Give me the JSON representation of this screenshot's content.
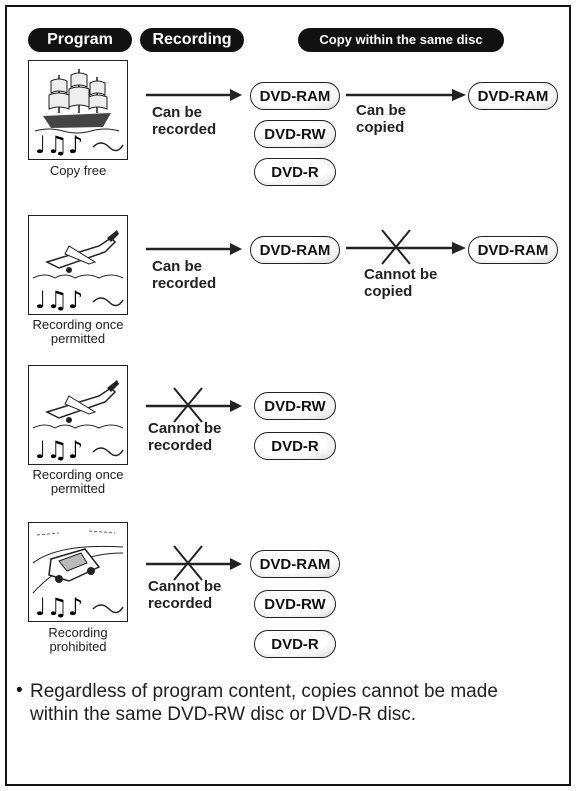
{
  "header": {
    "program": "Program",
    "recording": "Recording",
    "copy": "Copy within the same disc"
  },
  "rows": [
    {
      "caption": "Copy free",
      "icon": "ship-icon",
      "record_label": "Can be recorded",
      "record_allowed": true,
      "discs": [
        "DVD-RAM",
        "DVD-RW",
        "DVD-R"
      ],
      "copy_label": "Can be copied",
      "copy_allowed": true,
      "copy_disc": "DVD-RAM"
    },
    {
      "caption": "Recording once permitted",
      "icon": "airplane-icon",
      "record_label": "Can be recorded",
      "record_allowed": true,
      "discs": [
        "DVD-RAM"
      ],
      "copy_label": "Cannot be copied",
      "copy_allowed": false,
      "copy_disc": "DVD-RAM"
    },
    {
      "caption": "Recording once permitted",
      "icon": "airplane-icon",
      "record_label": "Cannot be recorded",
      "record_allowed": false,
      "discs": [
        "DVD-RW",
        "DVD-R"
      ]
    },
    {
      "caption": "Recording prohibited",
      "icon": "car-icon",
      "record_label": "Cannot be recorded",
      "record_allowed": false,
      "discs": [
        "DVD-RAM",
        "DVD-RW",
        "DVD-R"
      ]
    }
  ],
  "note": "Regardless of program content, copies cannot be made within the same DVD-RW disc or DVD-R disc.",
  "bullet": "•"
}
